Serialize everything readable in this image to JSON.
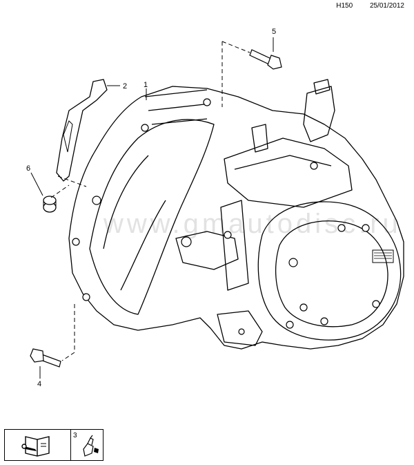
{
  "header": {
    "code": "H150",
    "date": "25/01/2012"
  },
  "callouts": [
    {
      "id": "1",
      "label": "1"
    },
    {
      "id": "2",
      "label": "2"
    },
    {
      "id": "3",
      "label": "3"
    },
    {
      "id": "4",
      "label": "4"
    },
    {
      "id": "5",
      "label": "5"
    },
    {
      "id": "6",
      "label": "6"
    }
  ],
  "watermark": "www.gmautodisc.ru",
  "icons": {
    "manual": "book-wrench-icon",
    "sealant": "sealant-tube-icon"
  },
  "colors": {
    "line": "#000000",
    "background": "#ffffff"
  }
}
